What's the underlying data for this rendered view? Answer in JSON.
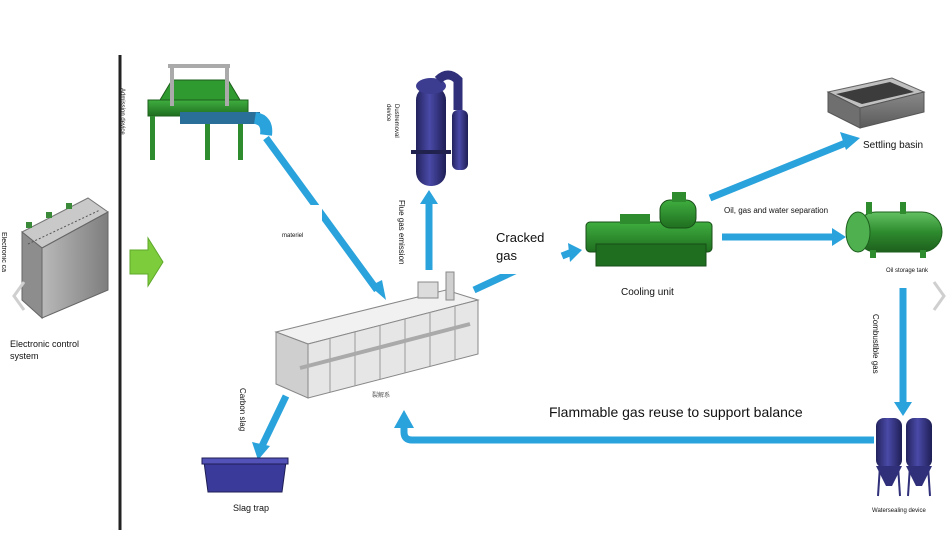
{
  "labels": {
    "electronic_control_vertical": "Electronic cabinet",
    "electronic_control": "Electronic control system",
    "admission_device": "Admission device",
    "materiel": "materiel",
    "dustremoval_device": "Dustremoval device",
    "flue_gas_emission": "Flue gas emission",
    "cracked_gas": "Cracked gas",
    "cooling_unit": "Cooling unit",
    "settling_basin": "Settling basin",
    "oil_gas_water": "Oil, gas and water separation",
    "oil_storage_tank": "Oil storage tank",
    "combustible_gas": "Combustible gas",
    "flammable_reuse": "Flammable gas reuse to support balance",
    "water_sealing_device": "Watersealing device",
    "carbon_slag": "Carbon slag",
    "slag_trap": "Slag trap",
    "reactor_mark": "裂解系"
  },
  "colors": {
    "pipe": "#2aa3dc",
    "pipe_edge": "#1678b0",
    "green_machine": "#2e8b2e",
    "navy_vessel": "#2f2f7a",
    "gray_body": "#9a9a9a",
    "green_arrow": "#7dcc3c"
  }
}
